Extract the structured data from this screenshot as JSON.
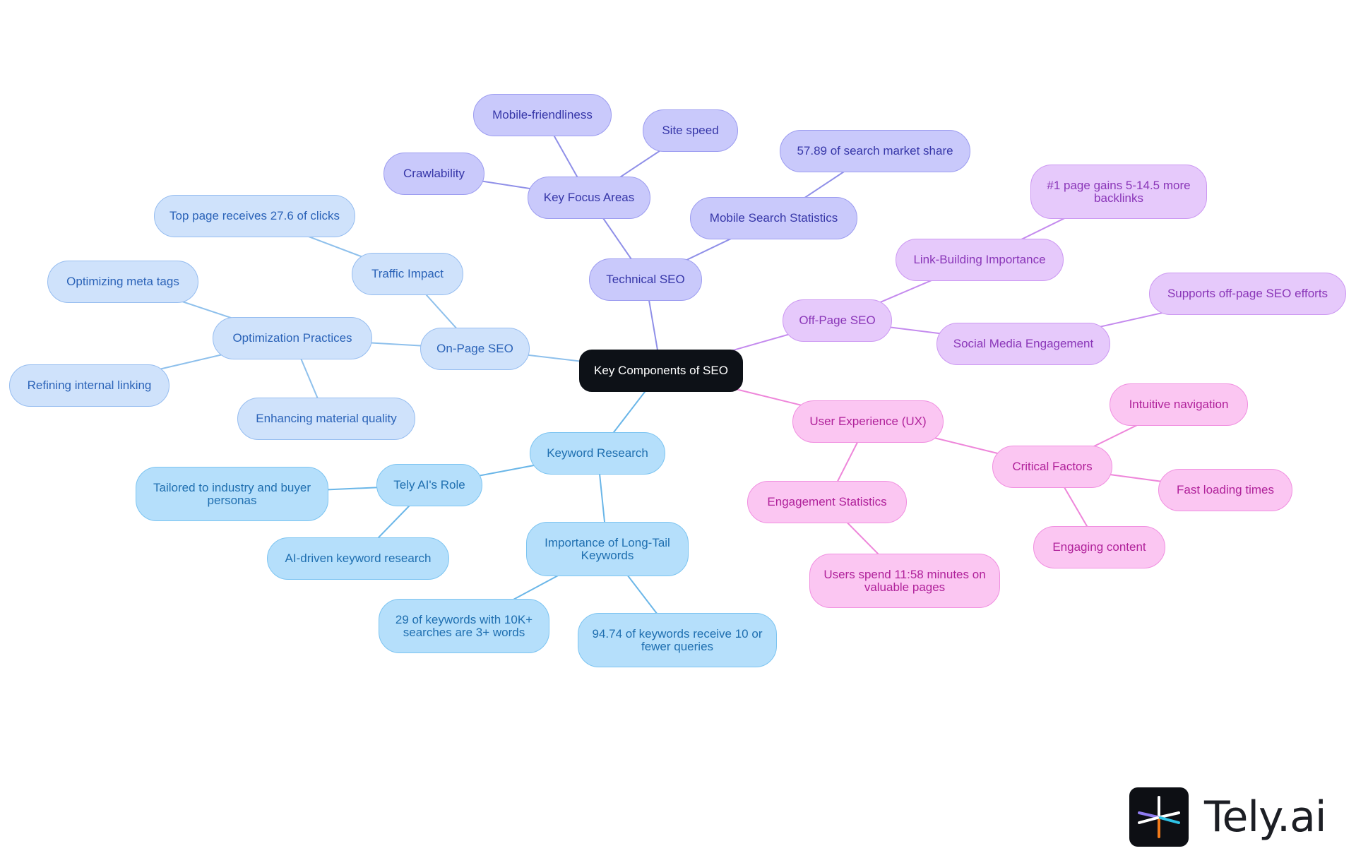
{
  "title": "Key Components of SEO",
  "colors": {
    "root_fill": "#0d1117",
    "root_text": "#ffffff",
    "kw_fill": "#b5dffb",
    "kw_stroke": "#7cc4f1",
    "kw_text": "#1f6fb0",
    "kw_edge": "#6ab6e8",
    "op_fill": "#cfe2fb",
    "op_stroke": "#96bdf0",
    "op_text": "#2b63b8",
    "op_edge": "#8ec0ec",
    "ts_fill": "#c9c9fb",
    "ts_stroke": "#9c9cf0",
    "ts_text": "#3636a8",
    "ts_edge": "#8f8fe8",
    "off_fill": "#e6c9fb",
    "off_stroke": "#cc98f2",
    "off_text": "#8a36b8",
    "off_edge": "#c48aee",
    "ux_fill": "#fbc6f2",
    "ux_stroke": "#f08fe0",
    "ux_text": "#b0219a",
    "ux_edge": "#ee86da"
  },
  "nodes": [
    {
      "id": "root",
      "label": "Key Components of SEO",
      "theme": "root"
    },
    {
      "id": "kr",
      "label": "Keyword Research",
      "theme": "kw"
    },
    {
      "id": "tely",
      "label": "Tely AI's Role",
      "theme": "kw"
    },
    {
      "id": "tailored",
      "label": "Tailored to industry and buyer personas",
      "theme": "kw"
    },
    {
      "id": "aidriven",
      "label": "AI-driven keyword research",
      "theme": "kw"
    },
    {
      "id": "longtail",
      "label": "Importance of Long-Tail Keywords",
      "theme": "kw"
    },
    {
      "id": "kw29",
      "label": "29 of keywords with 10K+ searches are 3+ words",
      "theme": "kw"
    },
    {
      "id": "kw9474",
      "label": "94.74 of keywords receive 10 or fewer queries",
      "theme": "kw"
    },
    {
      "id": "onpage",
      "label": "On-Page SEO",
      "theme": "op"
    },
    {
      "id": "traffic",
      "label": "Traffic Impact",
      "theme": "op"
    },
    {
      "id": "toppage",
      "label": "Top page receives 27.6 of clicks",
      "theme": "op"
    },
    {
      "id": "optprac",
      "label": "Optimization Practices",
      "theme": "op"
    },
    {
      "id": "meta",
      "label": "Optimizing meta tags",
      "theme": "op"
    },
    {
      "id": "internal",
      "label": "Refining internal linking",
      "theme": "op"
    },
    {
      "id": "material",
      "label": "Enhancing material quality",
      "theme": "op"
    },
    {
      "id": "tech",
      "label": "Technical SEO",
      "theme": "ts"
    },
    {
      "id": "focus",
      "label": "Key Focus Areas",
      "theme": "ts"
    },
    {
      "id": "mobile",
      "label": "Mobile-friendliness",
      "theme": "ts"
    },
    {
      "id": "speed",
      "label": "Site speed",
      "theme": "ts"
    },
    {
      "id": "crawl",
      "label": "Crawlability",
      "theme": "ts"
    },
    {
      "id": "mstats",
      "label": "Mobile Search Statistics",
      "theme": "ts"
    },
    {
      "id": "share",
      "label": "57.89 of search market share",
      "theme": "ts"
    },
    {
      "id": "offpage",
      "label": "Off-Page SEO",
      "theme": "off"
    },
    {
      "id": "linkimp",
      "label": "Link-Building Importance",
      "theme": "off"
    },
    {
      "id": "backlinks",
      "label": "#1 page gains 5-14.5 more backlinks",
      "theme": "off"
    },
    {
      "id": "social",
      "label": "Social Media Engagement",
      "theme": "off"
    },
    {
      "id": "supports",
      "label": "Supports off-page SEO efforts",
      "theme": "off"
    },
    {
      "id": "ux",
      "label": "User Experience (UX)",
      "theme": "ux"
    },
    {
      "id": "critical",
      "label": "Critical Factors",
      "theme": "ux"
    },
    {
      "id": "intuitive",
      "label": "Intuitive navigation",
      "theme": "ux"
    },
    {
      "id": "fast",
      "label": "Fast loading times",
      "theme": "ux"
    },
    {
      "id": "engaging",
      "label": "Engaging content",
      "theme": "ux"
    },
    {
      "id": "estats",
      "label": "Engagement Statistics",
      "theme": "ux"
    },
    {
      "id": "users",
      "label": "Users spend 11:58 minutes on valuable pages",
      "theme": "ux"
    }
  ],
  "edges": [
    [
      "root",
      "kr",
      "kw"
    ],
    [
      "kr",
      "tely",
      "kw"
    ],
    [
      "tely",
      "tailored",
      "kw"
    ],
    [
      "tely",
      "aidriven",
      "kw"
    ],
    [
      "kr",
      "longtail",
      "kw"
    ],
    [
      "longtail",
      "kw29",
      "kw"
    ],
    [
      "longtail",
      "kw9474",
      "kw"
    ],
    [
      "root",
      "onpage",
      "op"
    ],
    [
      "onpage",
      "traffic",
      "op"
    ],
    [
      "traffic",
      "toppage",
      "op"
    ],
    [
      "onpage",
      "optprac",
      "op"
    ],
    [
      "optprac",
      "meta",
      "op"
    ],
    [
      "optprac",
      "internal",
      "op"
    ],
    [
      "optprac",
      "material",
      "op"
    ],
    [
      "root",
      "tech",
      "ts"
    ],
    [
      "tech",
      "focus",
      "ts"
    ],
    [
      "focus",
      "mobile",
      "ts"
    ],
    [
      "focus",
      "speed",
      "ts"
    ],
    [
      "focus",
      "crawl",
      "ts"
    ],
    [
      "tech",
      "mstats",
      "ts"
    ],
    [
      "mstats",
      "share",
      "ts"
    ],
    [
      "root",
      "offpage",
      "off"
    ],
    [
      "offpage",
      "linkimp",
      "off"
    ],
    [
      "linkimp",
      "backlinks",
      "off"
    ],
    [
      "offpage",
      "social",
      "off"
    ],
    [
      "social",
      "supports",
      "off"
    ],
    [
      "root",
      "ux",
      "ux"
    ],
    [
      "ux",
      "critical",
      "ux"
    ],
    [
      "critical",
      "intuitive",
      "ux"
    ],
    [
      "critical",
      "fast",
      "ux"
    ],
    [
      "critical",
      "engaging",
      "ux"
    ],
    [
      "ux",
      "estats",
      "ux"
    ],
    [
      "estats",
      "users",
      "ux"
    ]
  ],
  "logo": {
    "text": "Tely.ai",
    "mark_icon": "tely-asterisk-logo-icon"
  }
}
